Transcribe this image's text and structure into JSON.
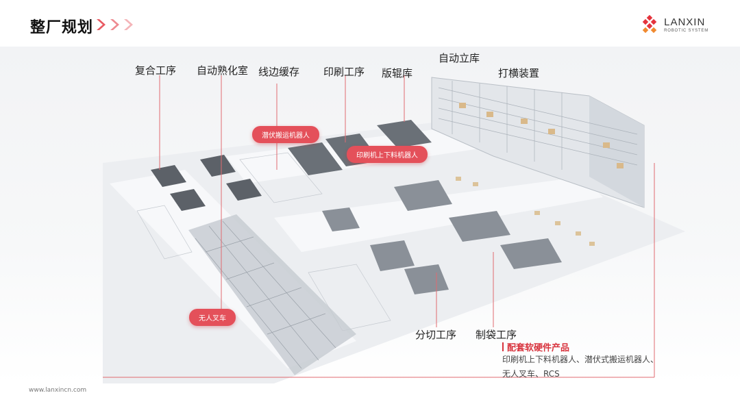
{
  "header": {
    "title": "整厂规划",
    "logo_name": "LANXIN",
    "logo_sub": "ROBOTIC SYSTEM"
  },
  "zones": {
    "composite": "复合工序",
    "curing_room": "自动熟化室",
    "line_buffer": "线边缓存",
    "printing": "印刷工序",
    "roller_store": "版辊库",
    "auto_warehouse": "自动立库",
    "strapping": "打横装置",
    "slitting": "分切工序",
    "bag_making": "制袋工序"
  },
  "pills": {
    "latent_robot": "潜伏搬运机器人",
    "press_loader": "印刷机上下料机器人",
    "forklift": "无人叉车"
  },
  "info": {
    "title": "配套软硬件产品",
    "body": "印刷机上下料机器人、潜伏式搬运机器人、无人叉车、RCS"
  },
  "footer": {
    "url": "www.lanxincn.com"
  },
  "colors": {
    "accent": "#e4505a",
    "accent_dark": "#d8333d",
    "line": "#e06a70"
  }
}
